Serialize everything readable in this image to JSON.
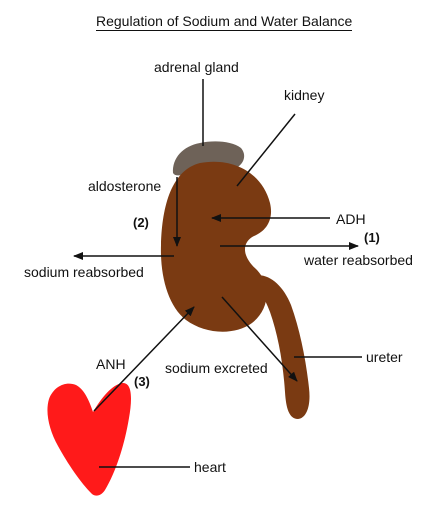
{
  "title": "Regulation of Sodium and Water Balance",
  "labels": {
    "adrenal_gland": "adrenal gland",
    "kidney": "kidney",
    "aldosterone": "aldosterone",
    "adh": "ADH",
    "step2": "(2)",
    "step1": "(1)",
    "sodium_reabsorbed": "sodium reabsorbed",
    "water_reabsorbed": "water reabsorbed",
    "anh": "ANH",
    "step3": "(3)",
    "sodium_excreted": "sodium excreted",
    "ureter": "ureter",
    "heart": "heart"
  },
  "colors": {
    "kidney": "#7a3a12",
    "adrenal_gland": "#6e6258",
    "heart": "#ff1a1a",
    "arrows": "#111111"
  }
}
